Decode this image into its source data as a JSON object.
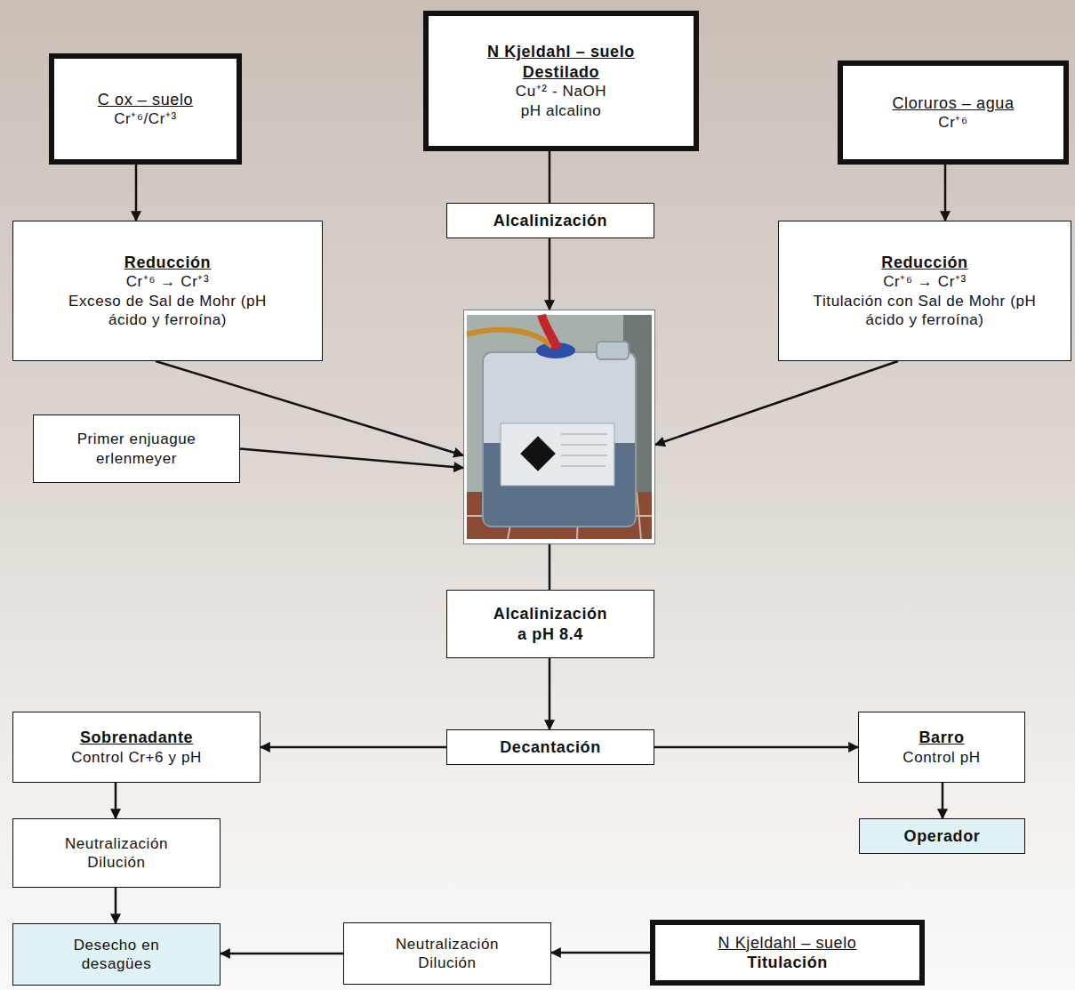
{
  "diagram": {
    "nodes": [
      {
        "text": [
          "C ox – suelo",
          "Cr⁺⁶/Cr⁺³"
        ]
      },
      {
        "text": [
          "N Kjeldahl – suelo",
          "Destilado",
          "Cu⁺² - NaOH",
          "pH alcalino"
        ]
      },
      {
        "text": [
          "Cloruros – agua",
          "Cr⁺⁶"
        ]
      },
      {
        "text": [
          "Reducción",
          "Cr⁺⁶ → Cr⁺³",
          "Exceso de Sal de Mohr (pH ácido y ferroína)"
        ]
      },
      {
        "text": [
          "Alcalinización"
        ]
      },
      {
        "text": [
          "Reducción",
          "Cr⁺⁶ → Cr⁺³",
          "Titulación con Sal de Mohr (pH ácido y ferroína)"
        ]
      },
      {
        "text": [
          "Primer enjuague erlenmeyer"
        ]
      },
      {
        "text": []
      },
      {
        "text": [
          "Alcalinización a pH 8.4"
        ]
      },
      {
        "text": [
          "Decantación"
        ]
      },
      {
        "text": [
          "Sobrenadante",
          "Control Cr+6 y pH"
        ]
      },
      {
        "text": [
          "Barro",
          "Control pH"
        ]
      },
      {
        "text": [
          "Neutralización Dilución"
        ]
      },
      {
        "text": [
          "Operador"
        ]
      },
      {
        "text": [
          "Desecho en desagües"
        ]
      },
      {
        "text": [
          "Neutralización Dilución"
        ]
      },
      {
        "text": [
          "N Kjeldahl – suelo",
          "Titulación"
        ]
      }
    ],
    "edges": [
      {
        "from": 0,
        "to": 3,
        "arrow": "to"
      },
      {
        "from": 1,
        "to": 4,
        "arrow": "none"
      },
      {
        "from": 2,
        "to": 5,
        "arrow": "to"
      },
      {
        "from": 4,
        "to": 7,
        "arrow": "to"
      },
      {
        "from": 3,
        "to": 7,
        "arrow": "to"
      },
      {
        "from": 6,
        "to": 7,
        "arrow": "to"
      },
      {
        "from": 5,
        "to": 7,
        "arrow": "to"
      },
      {
        "from": 7,
        "to": 8,
        "arrow": "none"
      },
      {
        "from": 8,
        "to": 9,
        "arrow": "to"
      },
      {
        "from": 9,
        "to": 10,
        "arrow": "to"
      },
      {
        "from": 9,
        "to": 11,
        "arrow": "to"
      },
      {
        "from": 10,
        "to": 12,
        "arrow": "to"
      },
      {
        "from": 11,
        "to": 13,
        "arrow": "to"
      },
      {
        "from": 12,
        "to": 14,
        "arrow": "to"
      },
      {
        "from": 15,
        "to": 14,
        "arrow": "to"
      },
      {
        "from": 16,
        "to": 15,
        "arrow": "to"
      }
    ]
  }
}
